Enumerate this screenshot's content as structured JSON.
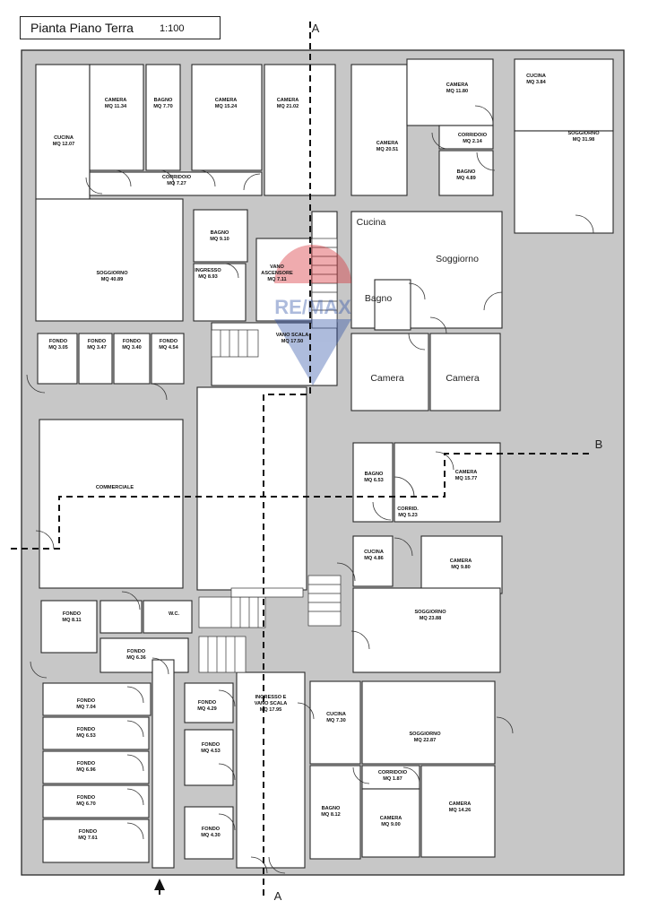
{
  "header": {
    "title": "Pianta Piano Terra",
    "scale": "1:100"
  },
  "section_marks": {
    "a": "A",
    "b": "B"
  },
  "watermark": {
    "text": "RE/MAX"
  },
  "rooms": {
    "camera_1134": [
      "CAMERA",
      "MQ 11.34"
    ],
    "bagno_770": [
      "BAGNO",
      "MQ 7.70"
    ],
    "camera_1524": [
      "CAMERA",
      "MQ 15.24"
    ],
    "camera_2102": [
      "CAMERA",
      "MQ 21.02"
    ],
    "cucina_1207": [
      "CUCINA",
      "MQ 12.07"
    ],
    "corridoio_727": [
      "CORRIDOIO",
      "MQ 7.27"
    ],
    "soggiorno_4089": [
      "SOGGIORNO",
      "MQ 40.89"
    ],
    "bagno_910": [
      "BAGNO",
      "MQ 9.10"
    ],
    "ingresso_893": [
      "INGRESSO",
      "MQ 8.93"
    ],
    "vano_ascensore": [
      "VANO",
      "ASCENSORE",
      "MQ 7.11"
    ],
    "vano_scala_1750": [
      "VANO SCALA",
      "MQ 17.50"
    ],
    "fondo_305": [
      "FONDO",
      "MQ 3.05"
    ],
    "fondo_347": [
      "FONDO",
      "MQ 3.47"
    ],
    "fondo_340": [
      "FONDO",
      "MQ 3.40"
    ],
    "fondo_454": [
      "FONDO",
      "MQ 4.54"
    ],
    "camera_1180": [
      "CAMERA",
      "MQ 11.80"
    ],
    "cucina_384": [
      "CUCINA",
      "MQ 3.84"
    ],
    "camera_2051": [
      "CAMERA",
      "MQ 20.51"
    ],
    "corridoio_214": [
      "CORRIDOIO",
      "MQ 2.14"
    ],
    "soggiorno_3198": [
      "SOGGIORNO",
      "MQ 31.98"
    ],
    "bagno_489": [
      "BAGNO",
      "MQ 4.89"
    ],
    "commerciale": [
      "COMMERCIALE"
    ],
    "bagno_653": [
      "BAGNO",
      "MQ 6.53"
    ],
    "camera_1577": [
      "CAMERA",
      "MQ 15.77"
    ],
    "corrid_523": [
      "CORRID.",
      "MQ 5.23"
    ],
    "cucina_486": [
      "CUCINA",
      "MQ 4.86"
    ],
    "camera_980": [
      "CAMERA",
      "MQ 9.80"
    ],
    "soggiorno_2388": [
      "SOGGIORNO",
      "MQ 23.88"
    ],
    "fondo_811": [
      "FONDO",
      "MQ 8.11"
    ],
    "wc": [
      "W.C."
    ],
    "fondo_636": [
      "FONDO",
      "MQ 6.36"
    ],
    "fondo_704": [
      "FONDO",
      "MQ 7.04"
    ],
    "fondo_653": [
      "FONDO",
      "MQ 6.53"
    ],
    "fondo_696": [
      "FONDO",
      "MQ 6.96"
    ],
    "fondo_670": [
      "FONDO",
      "MQ 6.70"
    ],
    "fondo_761": [
      "FONDO",
      "MQ 7.61"
    ],
    "fondo_429": [
      "FONDO",
      "MQ 4.29"
    ],
    "fondo_453": [
      "FONDO",
      "MQ 4.53"
    ],
    "fondo_430": [
      "FONDO",
      "MQ 4.30"
    ],
    "ingresso_vano_scala": [
      "INGRESSO E",
      "VANO SCALA",
      "MQ 17.95"
    ],
    "cucina_730": [
      "CUCINA",
      "MQ 7.30"
    ],
    "soggiorno_2287": [
      "SOGGIORNO",
      "MQ 22.87"
    ],
    "corridoio_187": [
      "CORRIDOIO",
      "MQ 1.87"
    ],
    "bagno_812": [
      "BAGNO",
      "MQ 8.12"
    ],
    "camera_900": [
      "CAMERA",
      "MQ 9.00"
    ],
    "camera_1426": [
      "CAMERA",
      "MQ 14.26"
    ]
  },
  "large_labels": {
    "cucina": "Cucina",
    "soggiorno": "Soggiorno",
    "bagno": "Bagno",
    "camera_left": "Camera",
    "camera_right": "Camera"
  }
}
